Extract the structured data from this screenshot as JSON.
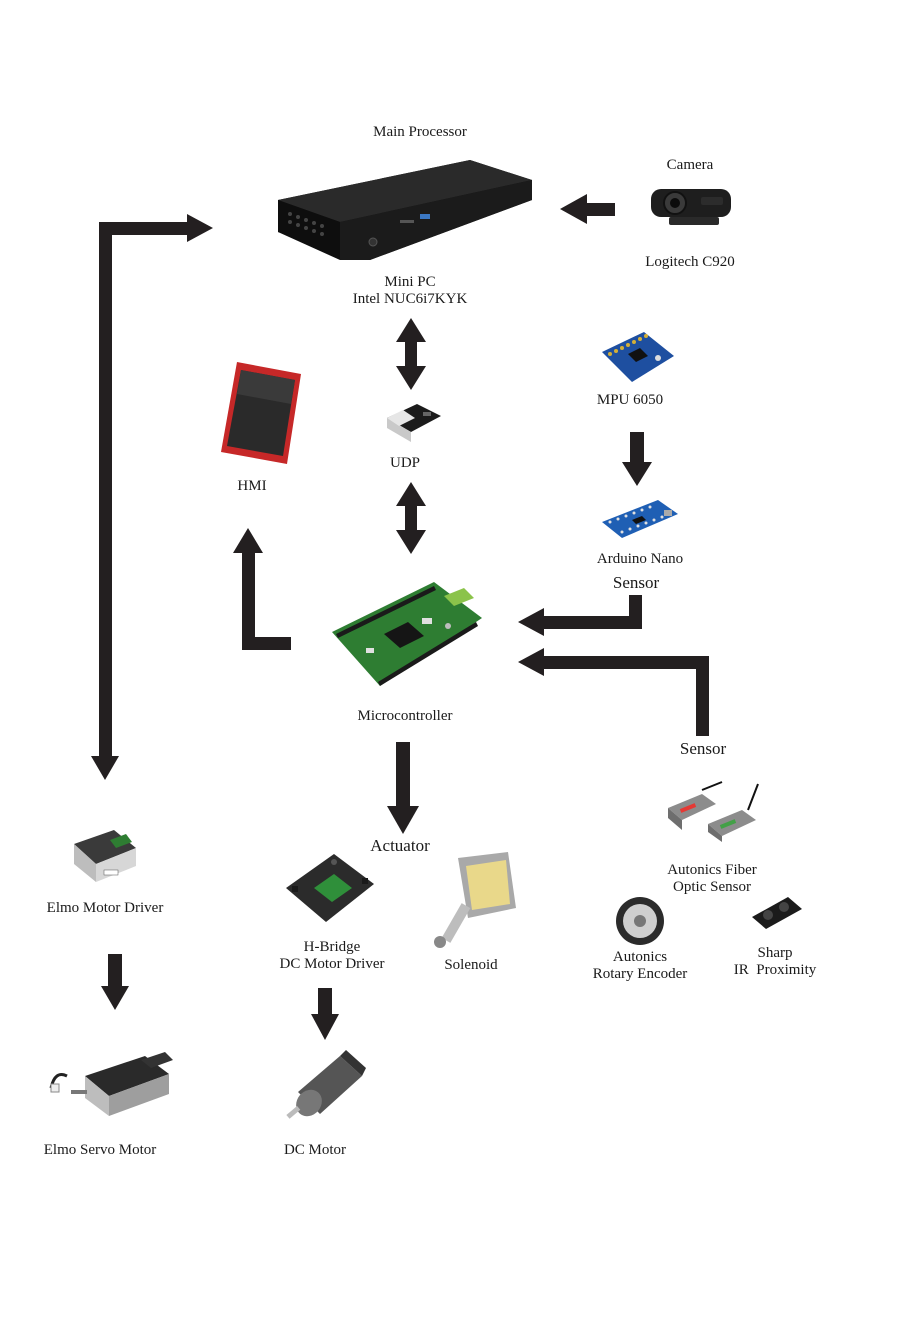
{
  "main_processor": {
    "title": "Main Processor",
    "line1": "Mini PC",
    "line2": "Intel NUC6i7KYK"
  },
  "camera": {
    "title": "Camera",
    "model": "Logitech C920"
  },
  "mpu": {
    "label": "MPU 6050"
  },
  "udp": {
    "label": "UDP"
  },
  "hmi": {
    "label": "HMI"
  },
  "arduino": {
    "label": "Arduino Nano",
    "group": "Sensor"
  },
  "microcontroller": {
    "label": "Microcontroller"
  },
  "sensor_group": {
    "label": "Sensor"
  },
  "actuator": {
    "label": "Actuator"
  },
  "elmo_driver": {
    "label": "Elmo Motor Driver"
  },
  "elmo_servo": {
    "label": "Elmo Servo Motor"
  },
  "hbridge": {
    "line1": "H-Bridge",
    "line2": "DC Motor Driver"
  },
  "solenoid": {
    "label": "Solenoid"
  },
  "dc_motor": {
    "label": "DC Motor"
  },
  "fiber_sensor": {
    "line1": "Autonics Fiber",
    "line2": "Optic Sensor"
  },
  "rotary_encoder": {
    "line1": "Autonics",
    "line2": "Rotary Encoder"
  },
  "ir_sensor": {
    "line1": "Sharp",
    "line2": "IR  Proximity"
  },
  "colors": {
    "arrow": "#231f20",
    "pcb_green": "#2e7d32",
    "nuc_body": "#1c1c1c",
    "hmi_red": "#c62828",
    "mpu_blue": "#1e4fa0",
    "solenoid_coil": "#e9d88a"
  }
}
